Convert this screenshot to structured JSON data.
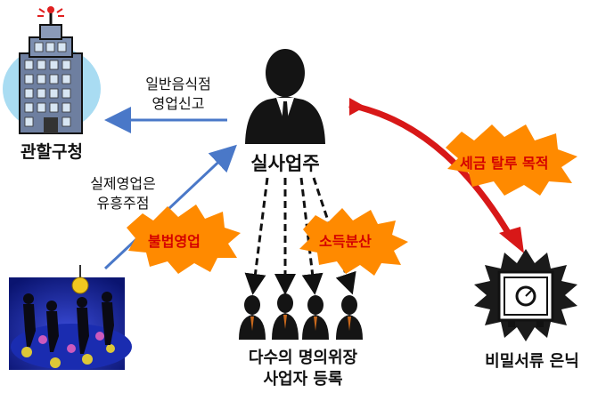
{
  "labels": {
    "agency": "관할구청",
    "owner": "실사업주",
    "general_report_line1": "일반음식점",
    "general_report_line2": "영업신고",
    "actual_business_line1": "실제영업은",
    "actual_business_line2": "유흥주점",
    "illegal_business": "불법영업",
    "income_split": "소득분산",
    "tax_evasion": "세금 탈루 목적",
    "nominee_line1": "다수의 명의위장",
    "nominee_line2": "사업자 등록",
    "hidden_docs": "비밀서류 은닉"
  },
  "colors": {
    "blue_arrow": "#4a78c8",
    "red_arrow": "#d81818",
    "burst_fill": "#ff8a00",
    "burst_text": "#d40000"
  }
}
